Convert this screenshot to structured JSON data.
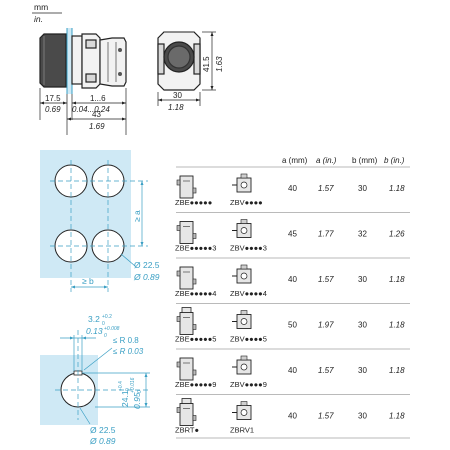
{
  "units": {
    "mm": "mm",
    "inch": "in."
  },
  "top_dims": {
    "depth_17_5_mm": "17.5",
    "depth_17_5_in": "0.69",
    "range_mm": "1...6",
    "range_in": "0.04...0.24",
    "length_mm": "43",
    "length_in": "1.69",
    "width_mm": "30",
    "width_in": "1.18",
    "height_mm": "41.5",
    "height_in": "1.63"
  },
  "spacing": {
    "a_label": "≥ a",
    "b_label": "≥ b",
    "hole_mm": "Ø 22.5",
    "hole_in": "Ø 0.89"
  },
  "cutout": {
    "notch_mm": "3.2",
    "notch_mm_tol": "+0.2",
    "notch_mm_tol2": "0",
    "notch_in": "0.13",
    "notch_in_tol": "+0.008",
    "notch_in_tol2": "0",
    "radius_mm": "≤ R 0.8",
    "radius_in": "≤ R 0.03",
    "dia_mm": "24.1",
    "dia_mm_tol": "+0.4",
    "dia_mm_tol2": "0",
    "dia_in": "0.95",
    "dia_in_tol": "+0.016",
    "dia_in_tol2": "0",
    "hole_mm": "Ø 22.5",
    "hole_in": "Ø 0.89"
  },
  "table": {
    "headers": [
      "a (mm)",
      "a (in.)",
      "b (mm)",
      "b (in.)"
    ],
    "rows": [
      {
        "left": "ZBE●●●●●",
        "right": "ZBV●●●●",
        "a_mm": "40",
        "a_in": "1.57",
        "b_mm": "30",
        "b_in": "1.18"
      },
      {
        "left": "ZBE●●●●●3",
        "right": "ZBV●●●●3",
        "a_mm": "45",
        "a_in": "1.77",
        "b_mm": "32",
        "b_in": "1.26"
      },
      {
        "left": "ZBE●●●●●4",
        "right": "ZBV●●●●4",
        "a_mm": "40",
        "a_in": "1.57",
        "b_mm": "30",
        "b_in": "1.18"
      },
      {
        "left": "ZBE●●●●●5",
        "right": "ZBV●●●●5",
        "a_mm": "50",
        "a_in": "1.97",
        "b_mm": "30",
        "b_in": "1.18"
      },
      {
        "left": "ZBE●●●●●9",
        "right": "ZBV●●●●9",
        "a_mm": "40",
        "a_in": "1.57",
        "b_mm": "30",
        "b_in": "1.18"
      },
      {
        "left": "ZBRT●",
        "right": "ZBRV1",
        "a_mm": "40",
        "a_in": "1.57",
        "b_mm": "30",
        "b_in": "1.18"
      }
    ]
  },
  "colors": {
    "panel_fill": "#cfe9f5",
    "accent": "#3a9fc4",
    "line": "#222222",
    "row_rule": "#777777"
  }
}
